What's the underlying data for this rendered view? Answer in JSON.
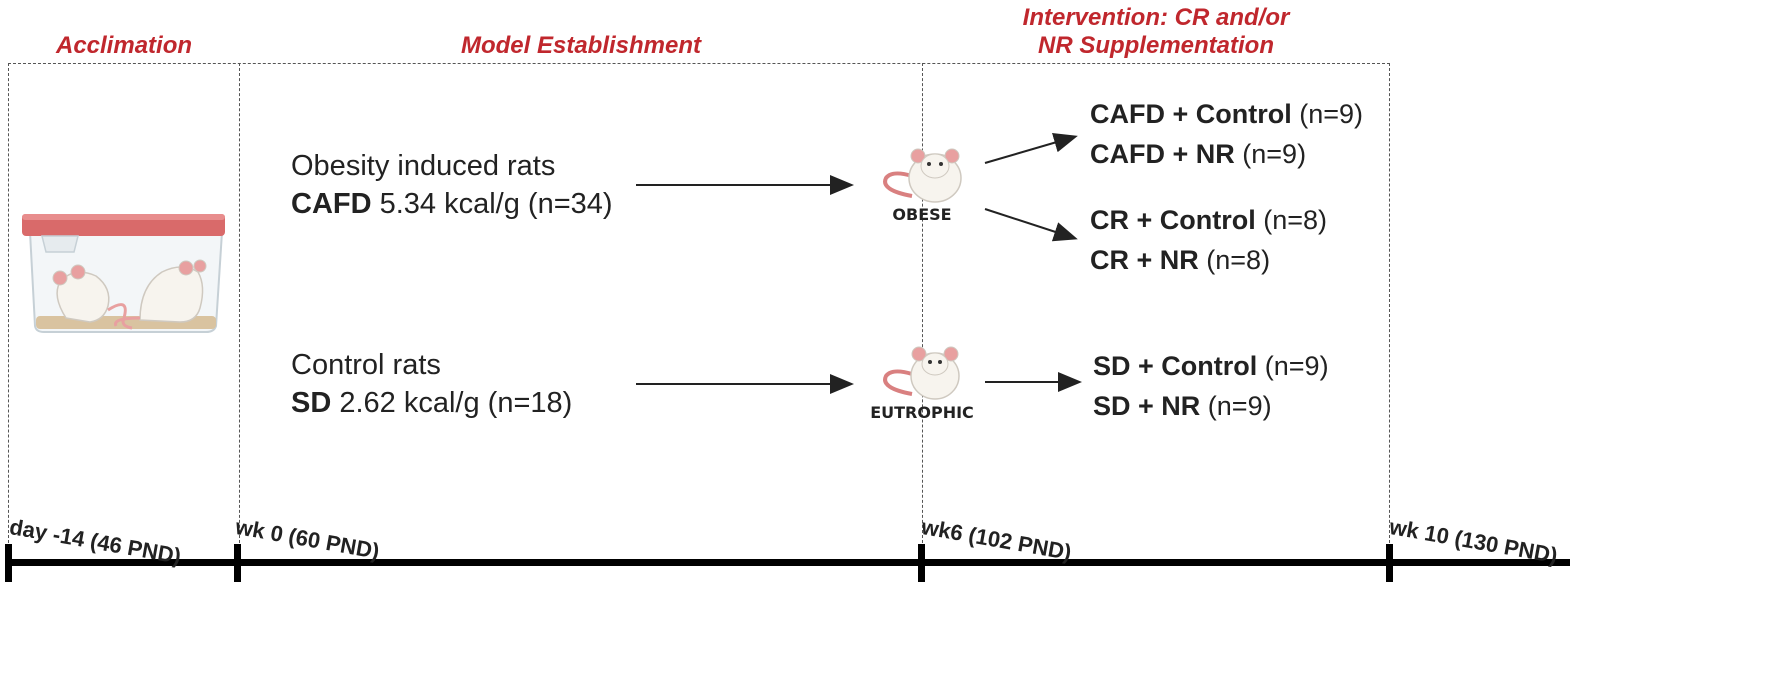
{
  "phases": {
    "acclimation": "Acclimation",
    "model": "Model Establishment",
    "intervention_line1": "Intervention: CR and/or",
    "intervention_line2": "NR Supplementation"
  },
  "groups": {
    "obese": {
      "title": "Obesity induced rats",
      "diet": "CAFD",
      "detail": "5.34 kcal/g (n=34)"
    },
    "control": {
      "title": "Control rats",
      "diet": "SD",
      "detail": "2.62 kcal/g (n=18)"
    }
  },
  "rat_labels": {
    "obese": "OBESE",
    "eutrophic": "EUTROPHIC"
  },
  "results": [
    {
      "name": "CAFD + Control",
      "n": "(n=9)"
    },
    {
      "name": "CAFD + NR",
      "n": "(n=9)"
    },
    {
      "name": "CR + Control",
      "n": "(n=8)"
    },
    {
      "name": "CR + NR",
      "n": "(n=8)"
    },
    {
      "name": "SD + Control",
      "n": "(n=9)"
    },
    {
      "name": "SD + NR",
      "n": "(n=9)"
    }
  ],
  "timepoints": [
    "day -14 (46 PND)",
    "wk 0 (60 PND)",
    "wk6 (102 PND)",
    "wk 10 (130 PND)"
  ],
  "colors": {
    "phase": "#c0272d",
    "rat_ear": "#e8a0a0",
    "cage_lid": "#d96a6a"
  }
}
